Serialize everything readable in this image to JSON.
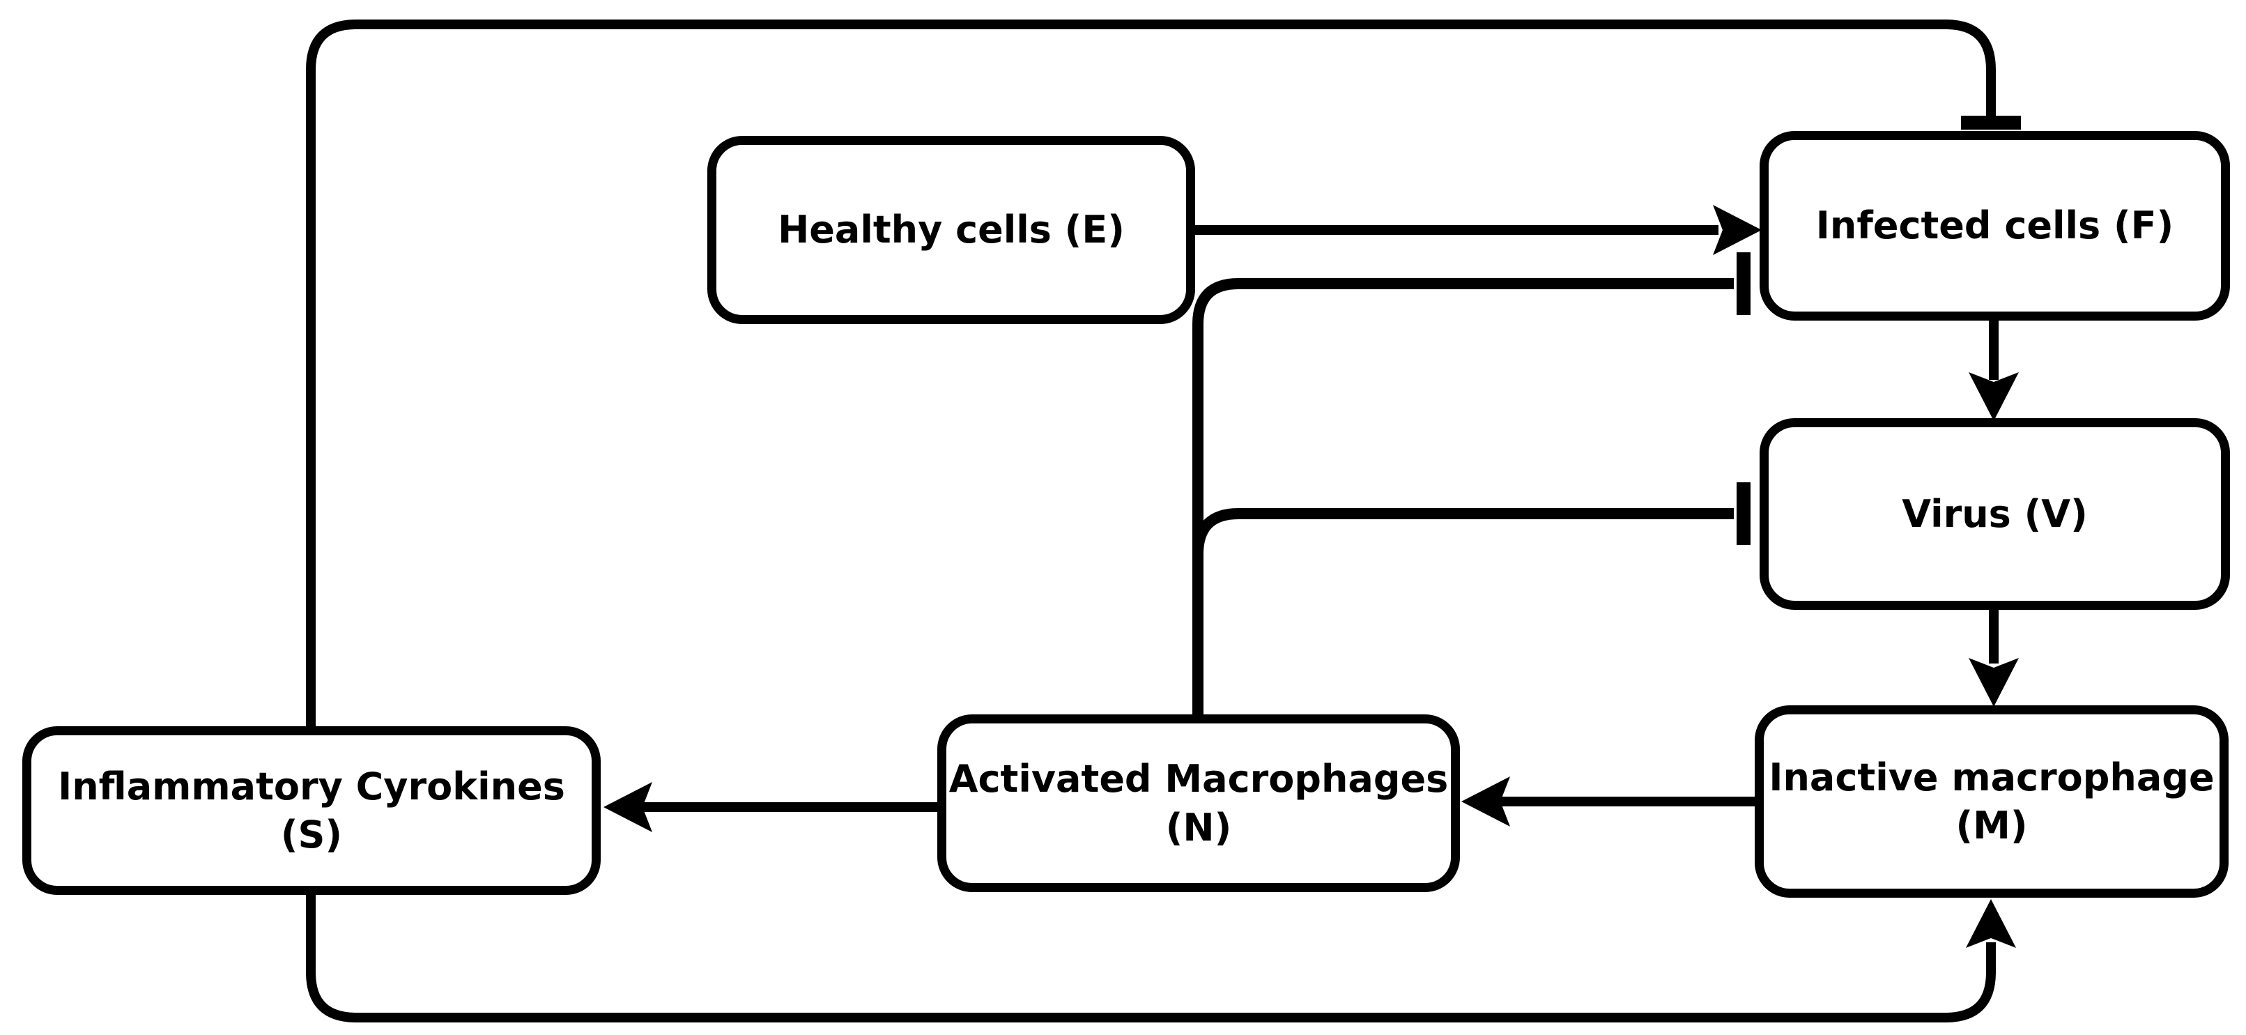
{
  "diagram": {
    "background_color": "#ffffff",
    "line_color": "#000000",
    "nodes": [
      {
        "id": "E",
        "label": "Healthy cells (E)",
        "lines": [
          "Healthy cells (E)"
        ]
      },
      {
        "id": "F",
        "label": "Infected cells (F)",
        "lines": [
          "Infected cells (F)"
        ]
      },
      {
        "id": "V",
        "label": "Virus (V)",
        "lines": [
          "Virus (V)"
        ]
      },
      {
        "id": "M",
        "label": "Inactive macrophage (M)",
        "lines": [
          "Inactive macrophage",
          "(M)"
        ]
      },
      {
        "id": "N",
        "label": "Activated Macrophages (N)",
        "lines": [
          "Activated Macrophages",
          "(N)"
        ]
      },
      {
        "id": "S",
        "label": "Inflammatory Cyrokines (S)",
        "lines": [
          "Inflammatory Cyrokines",
          "(S)"
        ]
      }
    ],
    "edges": [
      {
        "from": "E",
        "to": "F",
        "type": "arrow",
        "route": "direct-horizontal"
      },
      {
        "from": "F",
        "to": "V",
        "type": "arrow",
        "route": "direct-vertical"
      },
      {
        "from": "V",
        "to": "M",
        "type": "arrow",
        "route": "direct-vertical"
      },
      {
        "from": "M",
        "to": "N",
        "type": "arrow",
        "route": "direct-horizontal"
      },
      {
        "from": "N",
        "to": "S",
        "type": "arrow",
        "route": "direct-horizontal"
      },
      {
        "from": "N",
        "to": "F",
        "type": "inhibition",
        "route": "up-then-right"
      },
      {
        "from": "N",
        "to": "V",
        "type": "inhibition",
        "route": "up-then-right"
      },
      {
        "from": "S",
        "to": "F",
        "type": "inhibition",
        "route": "around-top"
      },
      {
        "from": "S",
        "to": "M",
        "type": "arrow",
        "route": "around-bottom"
      }
    ]
  }
}
